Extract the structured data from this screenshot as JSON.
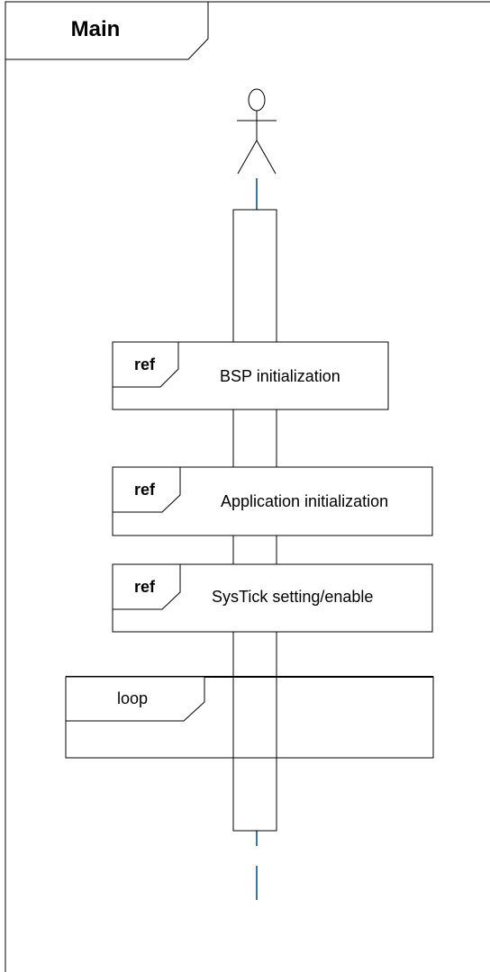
{
  "frame": {
    "title": "Main"
  },
  "actor": {
    "icon": "stick-figure-icon"
  },
  "refs": [
    {
      "tag": "ref",
      "label": "BSP initialization"
    },
    {
      "tag": "ref",
      "label": "Application initialization"
    },
    {
      "tag": "ref",
      "label": "SysTick setting/enable"
    }
  ],
  "loop": {
    "tag": "loop"
  },
  "colors": {
    "lifeline": "#41719c",
    "stroke": "#000000"
  }
}
